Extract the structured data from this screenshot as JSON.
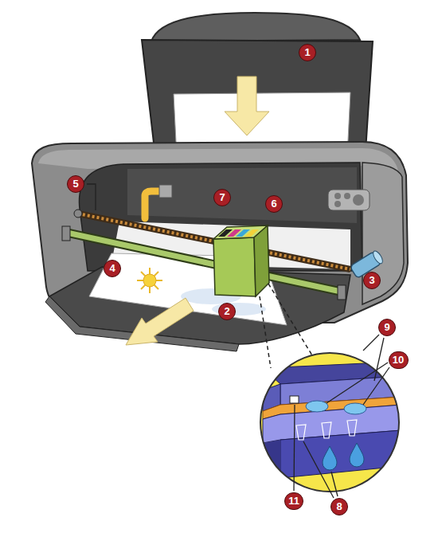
{
  "diagram": {
    "labels": [
      "1",
      "7",
      "6",
      "5",
      "4",
      "3",
      "2",
      "9",
      "10",
      "11",
      "8"
    ]
  }
}
